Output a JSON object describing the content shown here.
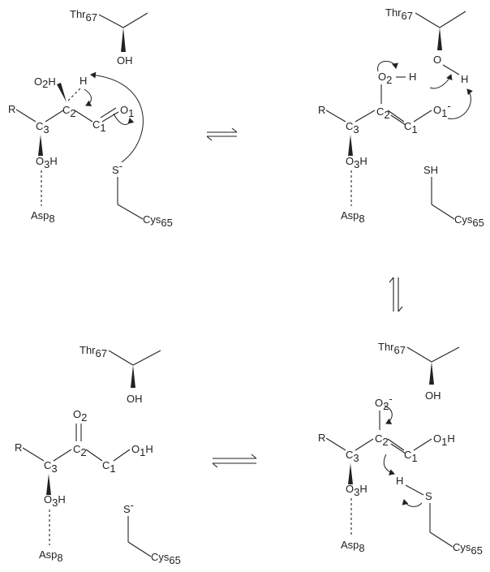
{
  "panels": {
    "p1": {
      "thr": "Thr",
      "thr_sub": "67",
      "oh": "OH",
      "o2": "O",
      "o2_sub": "2",
      "o2_h": "H",
      "h": "H",
      "r": "R",
      "c3": "C",
      "c3_sub": "3",
      "c2": "C",
      "c2_sub": "2",
      "c1": "C",
      "c1_sub": "1",
      "o1": "O",
      "o1_sub": "1",
      "o3": "O",
      "o3_sub": "3",
      "o3_h": "H",
      "s": "S",
      "s_charge": "-",
      "asp": "Asp",
      "asp_sub": "8",
      "cys": "Cys",
      "cys_sub": "65"
    },
    "p2": {
      "thr": "Thr",
      "thr_sub": "67",
      "o": "O",
      "h_thr": "H",
      "o2": "O",
      "o2_sub": "2",
      "h_mid": "H",
      "r": "R",
      "c3": "C",
      "c3_sub": "3",
      "c2": "C",
      "c2_sub": "2",
      "c1": "C",
      "c1_sub": "1",
      "o1": "O",
      "o1_sub": "1",
      "o1_charge": "-",
      "o3": "O",
      "o3_sub": "3",
      "o3_h": "H",
      "sh": "SH",
      "asp": "Asp",
      "asp_sub": "8",
      "cys": "Cys",
      "cys_sub": "65"
    },
    "p3": {
      "thr": "Thr",
      "thr_sub": "67",
      "oh": "OH",
      "o2": "O",
      "o2_sub": "2",
      "o2_charge": "-",
      "r": "R",
      "c3": "C",
      "c3_sub": "3",
      "c2": "C",
      "c2_sub": "2",
      "c1": "C",
      "c1_sub": "1",
      "o1": "O",
      "o1_sub": "1",
      "o1_h": "H",
      "o3": "O",
      "o3_sub": "3",
      "o3_h": "H",
      "h": "H",
      "s": "S",
      "asp": "Asp",
      "asp_sub": "8",
      "cys": "Cys",
      "cys_sub": "65"
    },
    "p4": {
      "thr": "Thr",
      "thr_sub": "67",
      "oh": "OH",
      "o2": "O",
      "o2_sub": "2",
      "r": "R",
      "c3": "C",
      "c3_sub": "3",
      "c2": "C",
      "c2_sub": "2",
      "c1": "C",
      "c1_sub": "1",
      "o1": "O",
      "o1_sub": "1",
      "o1_h": "H",
      "o3": "O",
      "o3_sub": "3",
      "o3_h": "H",
      "s": "S",
      "s_charge": "-",
      "asp": "Asp",
      "asp_sub": "8",
      "cys": "Cys",
      "cys_sub": "65"
    }
  }
}
